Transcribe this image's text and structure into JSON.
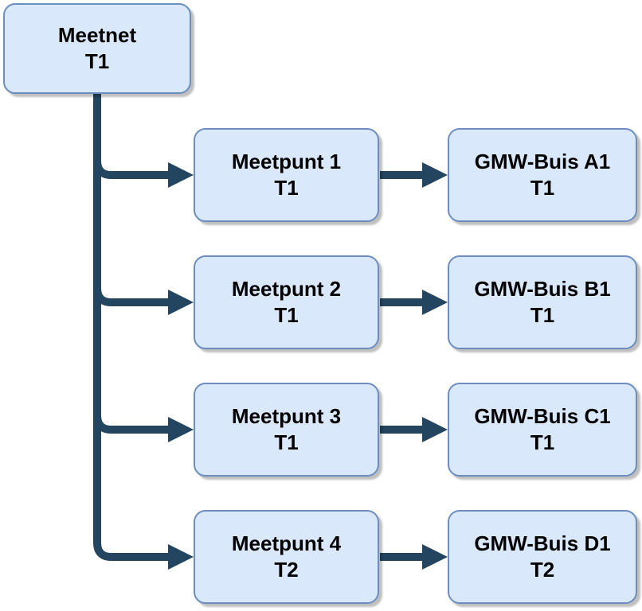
{
  "diagram": {
    "type": "tree",
    "colors": {
      "node_fill": "#dae8fc",
      "node_border": "#6c8ebf",
      "connector": "#234560",
      "text": "#000000",
      "background": "#ffffff"
    },
    "root": {
      "title": "Meetnet",
      "subtitle": "T1"
    },
    "rows": [
      {
        "meetpunt": {
          "title": "Meetpunt 1",
          "subtitle": "T1"
        },
        "gmw_buis": {
          "title": "GMW-Buis A1",
          "subtitle": "T1"
        }
      },
      {
        "meetpunt": {
          "title": "Meetpunt 2",
          "subtitle": "T1"
        },
        "gmw_buis": {
          "title": "GMW-Buis B1",
          "subtitle": "T1"
        }
      },
      {
        "meetpunt": {
          "title": "Meetpunt 3",
          "subtitle": "T1"
        },
        "gmw_buis": {
          "title": "GMW-Buis C1",
          "subtitle": "T1"
        }
      },
      {
        "meetpunt": {
          "title": "Meetpunt 4",
          "subtitle": "T2"
        },
        "gmw_buis": {
          "title": "GMW-Buis D1",
          "subtitle": "T2"
        }
      }
    ]
  }
}
